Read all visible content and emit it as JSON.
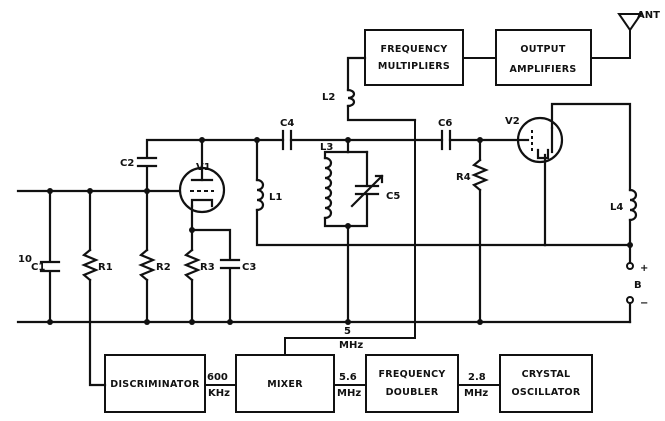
{
  "blocks": {
    "freq_mult": [
      "FREQUENCY",
      "MULTIPLIERS"
    ],
    "output_amp": [
      "OUTPUT",
      "AMPLIFIERS"
    ],
    "discriminator": "DISCRIMINATOR",
    "mixer": "MIXER",
    "freq_doubler": [
      "FREQUENCY",
      "DOUBLER"
    ],
    "crystal_osc": [
      "CRYSTAL",
      "OSCILLATOR"
    ]
  },
  "antenna_label": "ANT",
  "components": {
    "C1": "C1",
    "C1_value": "10",
    "C2": "C2",
    "C3": "C3",
    "C4": "C4",
    "C5": "C5",
    "C6": "C6",
    "R1": "R1",
    "R2": "R2",
    "R3": "R3",
    "R4": "R4",
    "L1": "L1",
    "L2": "L2",
    "L3": "L3",
    "L4": "L4",
    "V1": "V1",
    "V2": "V2"
  },
  "signals": {
    "mixer_in_value": "5",
    "mixer_in_unit": "MHz",
    "disc_value": "600",
    "disc_unit": "KHz",
    "doubler_value": "5.6",
    "doubler_unit": "MHz",
    "xtal_value": "2.8",
    "xtal_unit": "MHz"
  },
  "supply": {
    "plus": "+",
    "label": "B",
    "minus": "−"
  }
}
